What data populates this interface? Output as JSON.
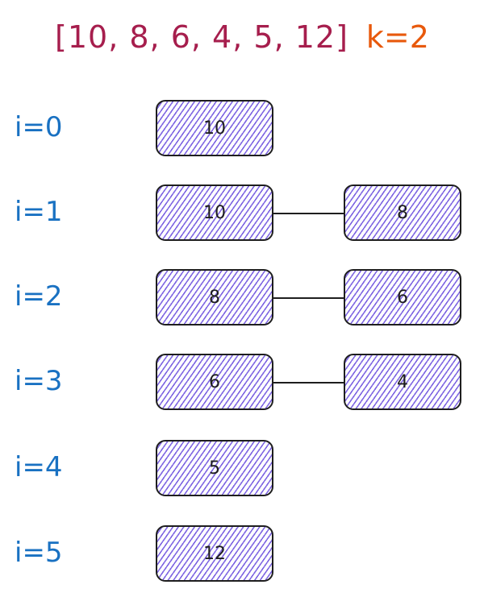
{
  "header": {
    "array_text": "[10, 8, 6, 4, 5, 12]",
    "k_text": "k=2",
    "array_color": "#a61e4d",
    "k_color": "#e8590c"
  },
  "row_label_color": "#1971c2",
  "box_fill_color": "#7950f2",
  "rows": [
    {
      "label": "i=0",
      "boxes": [
        "10"
      ]
    },
    {
      "label": "i=1",
      "boxes": [
        "10",
        "8"
      ]
    },
    {
      "label": "i=2",
      "boxes": [
        "8",
        "6"
      ]
    },
    {
      "label": "i=3",
      "boxes": [
        "6",
        "4"
      ]
    },
    {
      "label": "i=4",
      "boxes": [
        "5"
      ]
    },
    {
      "label": "i=5",
      "boxes": [
        "12"
      ]
    }
  ]
}
